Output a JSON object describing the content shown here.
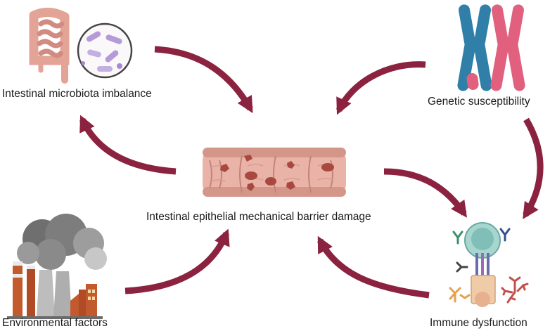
{
  "nodes": {
    "microbiota": {
      "label": "Intestinal microbiota imbalance",
      "icon": "intestine-bacteria-icon"
    },
    "genetic": {
      "label": "Genetic susceptibility",
      "icon": "chromosome-icon"
    },
    "barrier": {
      "label": "Intestinal epithelial mechanical barrier damage",
      "icon": "damaged-intestine-segment-icon"
    },
    "environment": {
      "label": "Environmental factors",
      "icon": "factory-smoke-icon"
    },
    "immune": {
      "label": "Immune dysfunction",
      "icon": "immune-cell-antibody-icon"
    }
  },
  "edges": [
    {
      "from": "microbiota",
      "to": "barrier"
    },
    {
      "from": "barrier",
      "to": "microbiota"
    },
    {
      "from": "genetic",
      "to": "barrier"
    },
    {
      "from": "genetic",
      "to": "immune"
    },
    {
      "from": "barrier",
      "to": "immune"
    },
    {
      "from": "immune",
      "to": "barrier"
    },
    {
      "from": "environment",
      "to": "barrier"
    }
  ],
  "colors": {
    "arrow": "#8b2240",
    "text": "#1a1a1a",
    "intestine": "#e3a397",
    "chromosome_blue": "#2f7fa8",
    "chromosome_pink": "#e0607e"
  }
}
